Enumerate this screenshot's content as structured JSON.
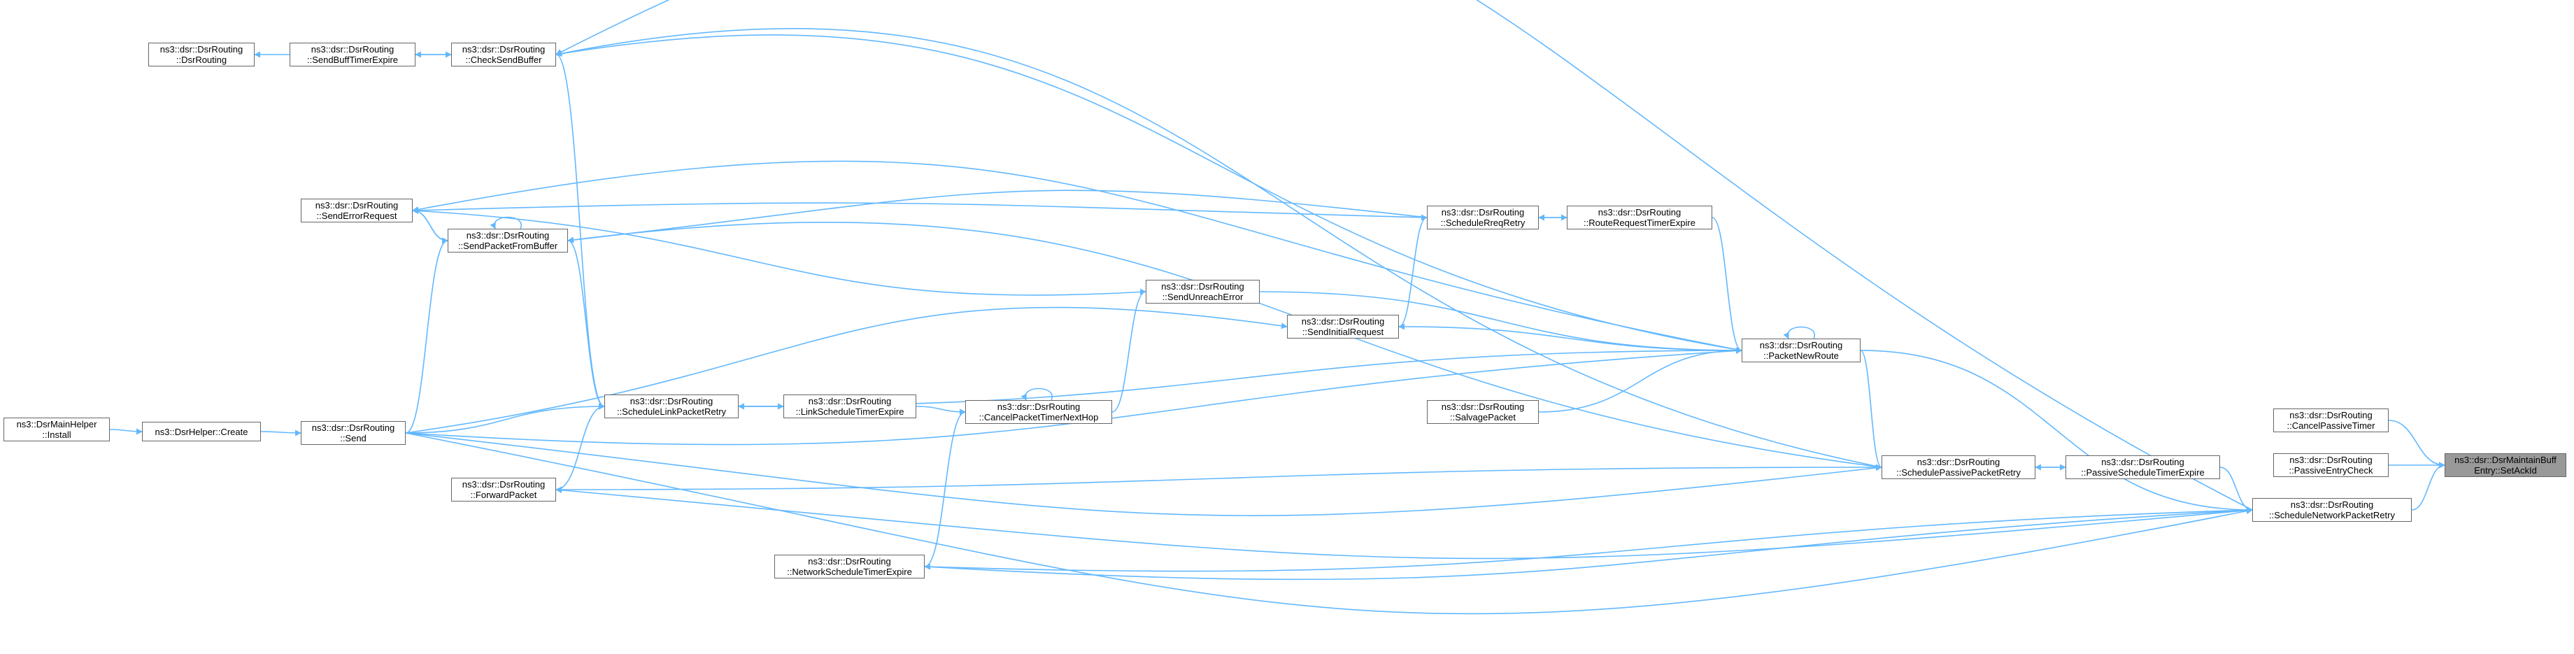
{
  "graph": {
    "type": "caller-graph",
    "root": "setackid",
    "colors": {
      "edge": "#63b8ff",
      "node_border": "#666666",
      "root_fill": "#999999",
      "node_fill": "#ffffff"
    },
    "nodes": [
      {
        "id": "setackid",
        "lines": [
          "ns3::dsr::DsrMaintainBuff",
          "Entry::SetAckId"
        ]
      },
      {
        "id": "cancelpassivetimer",
        "lines": [
          "ns3::dsr::DsrRouting",
          "::CancelPassiveTimer"
        ]
      },
      {
        "id": "passiveentrycheck",
        "lines": [
          "ns3::dsr::DsrRouting",
          "::PassiveEntryCheck"
        ]
      },
      {
        "id": "schedulenetworkpacketretry",
        "lines": [
          "ns3::dsr::DsrRouting",
          "::ScheduleNetworkPacketRetry"
        ]
      },
      {
        "id": "passivescheduletimerexpire",
        "lines": [
          "ns3::dsr::DsrRouting",
          "::PassiveScheduleTimerExpire"
        ]
      },
      {
        "id": "schedulepassivepacketretry",
        "lines": [
          "ns3::dsr::DsrRouting",
          "::SchedulePassivePacketRetry"
        ]
      },
      {
        "id": "packetnewroute",
        "lines": [
          "ns3::dsr::DsrRouting",
          "::PacketNewRoute"
        ]
      },
      {
        "id": "routerequesttimerexpire",
        "lines": [
          "ns3::dsr::DsrRouting",
          "::RouteRequestTimerExpire"
        ]
      },
      {
        "id": "schedulereqretry",
        "lines": [
          "ns3::dsr::DsrRouting",
          "::ScheduleRreqRetry"
        ]
      },
      {
        "id": "sendinitialrequest",
        "lines": [
          "ns3::dsr::DsrRouting",
          "::SendInitialRequest"
        ]
      },
      {
        "id": "salvagepacket",
        "lines": [
          "ns3::dsr::DsrRouting",
          "::SalvagePacket"
        ]
      },
      {
        "id": "sendunreacherror",
        "lines": [
          "ns3::dsr::DsrRouting",
          "::SendUnreachError"
        ]
      },
      {
        "id": "cancelpackettimernexthop",
        "lines": [
          "ns3::dsr::DsrRouting",
          "::CancelPacketTimerNextHop"
        ]
      },
      {
        "id": "networkscheduletimerexpire",
        "lines": [
          "ns3::dsr::DsrRouting",
          "::NetworkScheduleTimerExpire"
        ]
      },
      {
        "id": "linkscheduletimerexpire",
        "lines": [
          "ns3::dsr::DsrRouting",
          "::LinkScheduleTimerExpire"
        ]
      },
      {
        "id": "schedulelinkpacketretry",
        "lines": [
          "ns3::dsr::DsrRouting",
          "::ScheduleLinkPacketRetry"
        ]
      },
      {
        "id": "forwardpacket",
        "lines": [
          "ns3::dsr::DsrRouting",
          "::ForwardPacket"
        ]
      },
      {
        "id": "sendpacketfrombuffer",
        "lines": [
          "ns3::dsr::DsrRouting",
          "::SendPacketFromBuffer"
        ]
      },
      {
        "id": "senderrorrequest",
        "lines": [
          "ns3::dsr::DsrRouting",
          "::SendErrorRequest"
        ]
      },
      {
        "id": "checksendbuffer",
        "lines": [
          "ns3::dsr::DsrRouting",
          "::CheckSendBuffer"
        ]
      },
      {
        "id": "sendbufftimerexpire",
        "lines": [
          "ns3::dsr::DsrRouting",
          "::SendBuffTimerExpire"
        ]
      },
      {
        "id": "dsrrouting",
        "lines": [
          "ns3::dsr::DsrRouting",
          "::DsrRouting"
        ]
      },
      {
        "id": "send",
        "lines": [
          "ns3::dsr::DsrRouting",
          "::Send"
        ]
      },
      {
        "id": "dsrhelpercreate",
        "lines": [
          "ns3::DsrHelper::Create"
        ]
      },
      {
        "id": "dsrmainhelperinstall",
        "lines": [
          "ns3::DsrMainHelper",
          "::Install"
        ]
      }
    ],
    "edges": [
      [
        "cancelpassivetimer",
        "setackid"
      ],
      [
        "passiveentrycheck",
        "setackid"
      ],
      [
        "schedulenetworkpacketretry",
        "setackid"
      ],
      [
        "passivescheduletimerexpire",
        "schedulenetworkpacketretry"
      ],
      [
        "schedulepassivepacketretry",
        "passivescheduletimerexpire"
      ],
      [
        "passivescheduletimerexpire",
        "schedulepassivepacketretry"
      ],
      [
        "packetnewroute",
        "schedulepassivepacketretry"
      ],
      [
        "packetnewroute",
        "schedulenetworkpacketretry"
      ],
      [
        "packetnewroute",
        "packetnewroute"
      ],
      [
        "routerequesttimerexpire",
        "packetnewroute"
      ],
      [
        "schedulereqretry",
        "routerequesttimerexpire"
      ],
      [
        "routerequesttimerexpire",
        "schedulereqretry"
      ],
      [
        "sendinitialrequest",
        "schedulereqretry"
      ],
      [
        "packetnewroute",
        "sendinitialrequest"
      ],
      [
        "salvagepacket",
        "packetnewroute"
      ],
      [
        "sendunreacherror",
        "packetnewroute"
      ],
      [
        "cancelpackettimernexthop",
        "sendunreacherror"
      ],
      [
        "cancelpackettimernexthop",
        "cancelpackettimernexthop"
      ],
      [
        "linkscheduletimerexpire",
        "cancelpackettimernexthop"
      ],
      [
        "schedulelinkpacketretry",
        "linkscheduletimerexpire"
      ],
      [
        "linkscheduletimerexpire",
        "schedulelinkpacketretry"
      ],
      [
        "networkscheduletimerexpire",
        "cancelpackettimernexthop"
      ],
      [
        "schedulenetworkpacketretry",
        "networkscheduletimerexpire"
      ],
      [
        "networkscheduletimerexpire",
        "schedulenetworkpacketretry"
      ],
      [
        "packetnewroute",
        "schedulelinkpacketretry"
      ],
      [
        "forwardpacket",
        "schedulelinkpacketretry"
      ],
      [
        "schedulepassivepacketretry",
        "forwardpacket"
      ],
      [
        "schedulenetworkpacketretry",
        "forwardpacket"
      ],
      [
        "sendpacketfrombuffer",
        "schedulelinkpacketretry"
      ],
      [
        "sendpacketfrombuffer",
        "sendpacketfrombuffer"
      ],
      [
        "schedulepassivepacketretry",
        "sendpacketfrombuffer"
      ],
      [
        "schedulereqretry",
        "sendpacketfrombuffer"
      ],
      [
        "senderrorrequest",
        "sendpacketfrombuffer"
      ],
      [
        "sendpacketfrombuffer",
        "senderrorrequest"
      ],
      [
        "packetnewroute",
        "senderrorrequest"
      ],
      [
        "sendunreacherror",
        "senderrorrequest"
      ],
      [
        "schedulereqretry",
        "senderrorrequest"
      ],
      [
        "checksendbuffer",
        "schedulelinkpacketretry"
      ],
      [
        "checksendbuffer",
        "sendbufftimerexpire"
      ],
      [
        "sendbufftimerexpire",
        "checksendbuffer"
      ],
      [
        "sendbufftimerexpire",
        "dsrrouting"
      ],
      [
        "packetnewroute",
        "checksendbuffer"
      ],
      [
        "schedulepassivepacketretry",
        "checksendbuffer"
      ],
      [
        "schedulenetworkpacketretry",
        "checksendbuffer"
      ],
      [
        "send",
        "schedulelinkpacketretry"
      ],
      [
        "send",
        "sendpacketfrombuffer"
      ],
      [
        "send",
        "packetnewroute"
      ],
      [
        "send",
        "sendinitialrequest"
      ],
      [
        "send",
        "schedulepassivepacketretry"
      ],
      [
        "send",
        "schedulenetworkpacketretry"
      ],
      [
        "dsrhelpercreate",
        "send"
      ],
      [
        "dsrmainhelperinstall",
        "dsrhelpercreate"
      ]
    ]
  }
}
